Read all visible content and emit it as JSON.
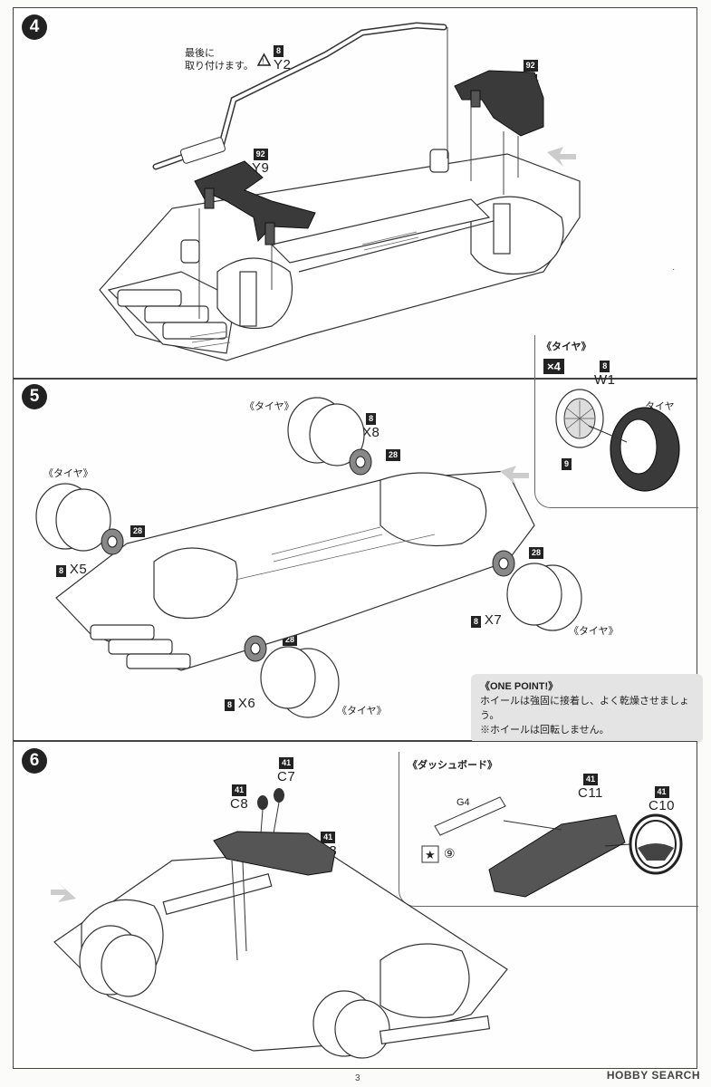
{
  "steps": [
    {
      "num": "4"
    },
    {
      "num": "5"
    },
    {
      "num": "6"
    }
  ],
  "step4": {
    "note": "最後に\n取り付けます。",
    "parts": [
      {
        "runner": "8",
        "code": "Y2"
      },
      {
        "runner": "92",
        "code": "Y4"
      },
      {
        "runner": "92",
        "code": "Y9"
      }
    ]
  },
  "tire_inset": {
    "title": "《タイヤ》",
    "qty": "×4",
    "wheel_runner": "8",
    "wheel_code": "W1",
    "tire_label": "タイヤ",
    "poly_runner": "9"
  },
  "step5": {
    "tire_label": "《タイヤ》",
    "parts": [
      {
        "runner": "8",
        "code": "X8",
        "cap": "28"
      },
      {
        "runner": "8",
        "code": "X5",
        "cap": "28"
      },
      {
        "runner": "8",
        "code": "X7",
        "cap": "28"
      },
      {
        "runner": "8",
        "code": "X6",
        "cap": "28"
      }
    ],
    "onepoint_title": "《ONE POINT!》",
    "onepoint_line1": "ホイールは強固に接着し、よく乾燥させましょう。",
    "onepoint_line2": "※ホイールは回転しません。"
  },
  "step6": {
    "parts": [
      {
        "runner": "41",
        "code": "C7"
      },
      {
        "runner": "41",
        "code": "C8"
      },
      {
        "runner": "41",
        "code": "C3"
      }
    ],
    "dash_title": "《ダッシュボード》",
    "dash_parts": [
      {
        "runner": "41",
        "code": "C11"
      },
      {
        "runner": "41",
        "code": "C10"
      }
    ],
    "decal_code": "G4",
    "decal_num": "⑨"
  },
  "footer": {
    "page": "3",
    "watermark": "HOBBY SEARCH"
  }
}
